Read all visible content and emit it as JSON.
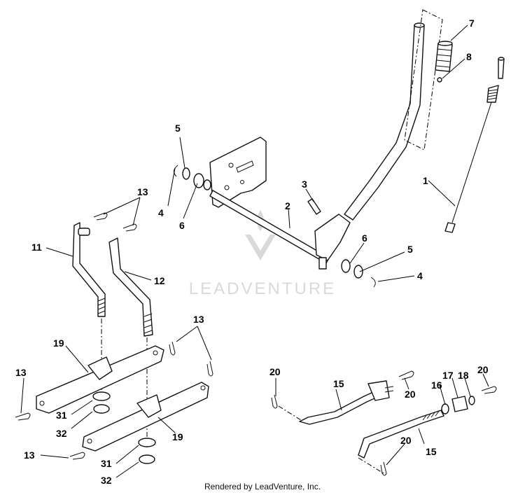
{
  "footer": "Rendered by LeadVenture, Inc.",
  "watermark": "LEADVENTURE",
  "callouts": {
    "c1": "1",
    "c2": "2",
    "c3": "3",
    "c4a": "4",
    "c4b": "4",
    "c5a": "5",
    "c5b": "5",
    "c6a": "6",
    "c6b": "6",
    "c7": "7",
    "c8": "8",
    "c11": "11",
    "c12": "12",
    "c13a": "13",
    "c13b": "13",
    "c13c": "13",
    "c13d": "13",
    "c15a": "15",
    "c15b": "15",
    "c16": "16",
    "c17": "17",
    "c18": "18",
    "c19a": "19",
    "c19b": "19",
    "c20a": "20",
    "c20b": "20",
    "c20c": "20",
    "c20d": "20",
    "c31a": "31",
    "c31b": "31",
    "c32a": "32",
    "c32b": "32"
  }
}
